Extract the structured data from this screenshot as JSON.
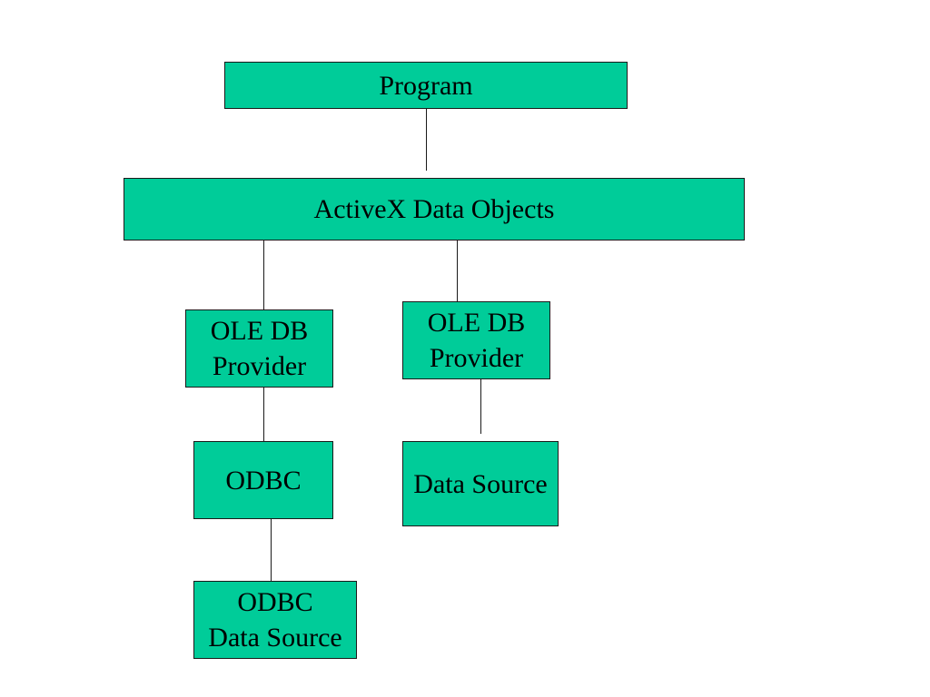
{
  "diagram": {
    "box_fill": "#00cc99",
    "boxes": {
      "program": "Program",
      "activex": "ActiveX Data Objects",
      "oledb_left": "OLE DB\nProvider",
      "oledb_right": "OLE DB\nProvider",
      "odbc": "ODBC",
      "data_source": "Data Source",
      "odbc_data_source": "ODBC\nData Source"
    }
  }
}
